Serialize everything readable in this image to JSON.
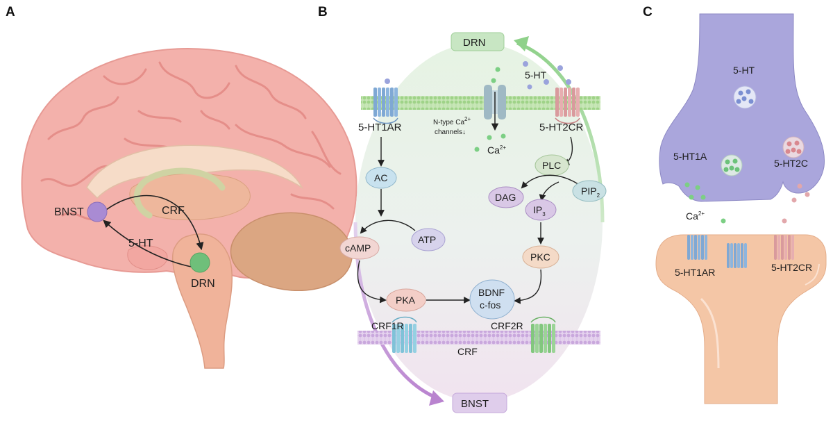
{
  "panels": {
    "a": "A",
    "b": "B",
    "c": "C"
  },
  "panel_a": {
    "bnst": "BNST",
    "crf": "CRF",
    "ht": "5-HT",
    "drn": "DRN"
  },
  "panel_b": {
    "drn": "DRN",
    "bnst": "BNST",
    "ht": "5-HT",
    "ht1ar": "5-HT1AR",
    "ht2cr": "5-HT2CR",
    "ntype_line1": "N-type Ca",
    "ntype_sup": "2+",
    "ntype_line2": "channels↓",
    "ca": "Ca",
    "ca_sup": "2+",
    "ac": "AC",
    "atp": "ATP",
    "camp": "cAMP",
    "pka": "PKA",
    "plc": "PLC",
    "dag": "DAG",
    "pip": "PIP",
    "pip_sub": "2",
    "ip": "IP",
    "ip_sub": "3",
    "pkc": "PKC",
    "bdnf": "BDNF",
    "cfos": "c-fos",
    "crf1r": "CRF1R",
    "crf2r": "CRF2R",
    "crf": "CRF"
  },
  "panel_c": {
    "ht": "5-HT",
    "ht1a": "5-HT1A",
    "ht2c": "5-HT2C",
    "ca": "Ca",
    "ca_sup": "2+",
    "ht1ar": "5-HT1AR",
    "ht2cr": "5-HT2CR"
  },
  "colors": {
    "brain_pink": "#f2a9a4",
    "brain_dark_pink": "#e78f8a",
    "cerebellum": "#d9a27b",
    "bnst_purple": "#a98bd3",
    "drn_green": "#6fbf7a",
    "presynaptic": "#a9a3dc",
    "postsynaptic": "#f4c6a6",
    "receptor_blue": "#8ab4d9",
    "receptor_pink": "#e7a7a8",
    "receptor_green": "#8ccc8a"
  }
}
